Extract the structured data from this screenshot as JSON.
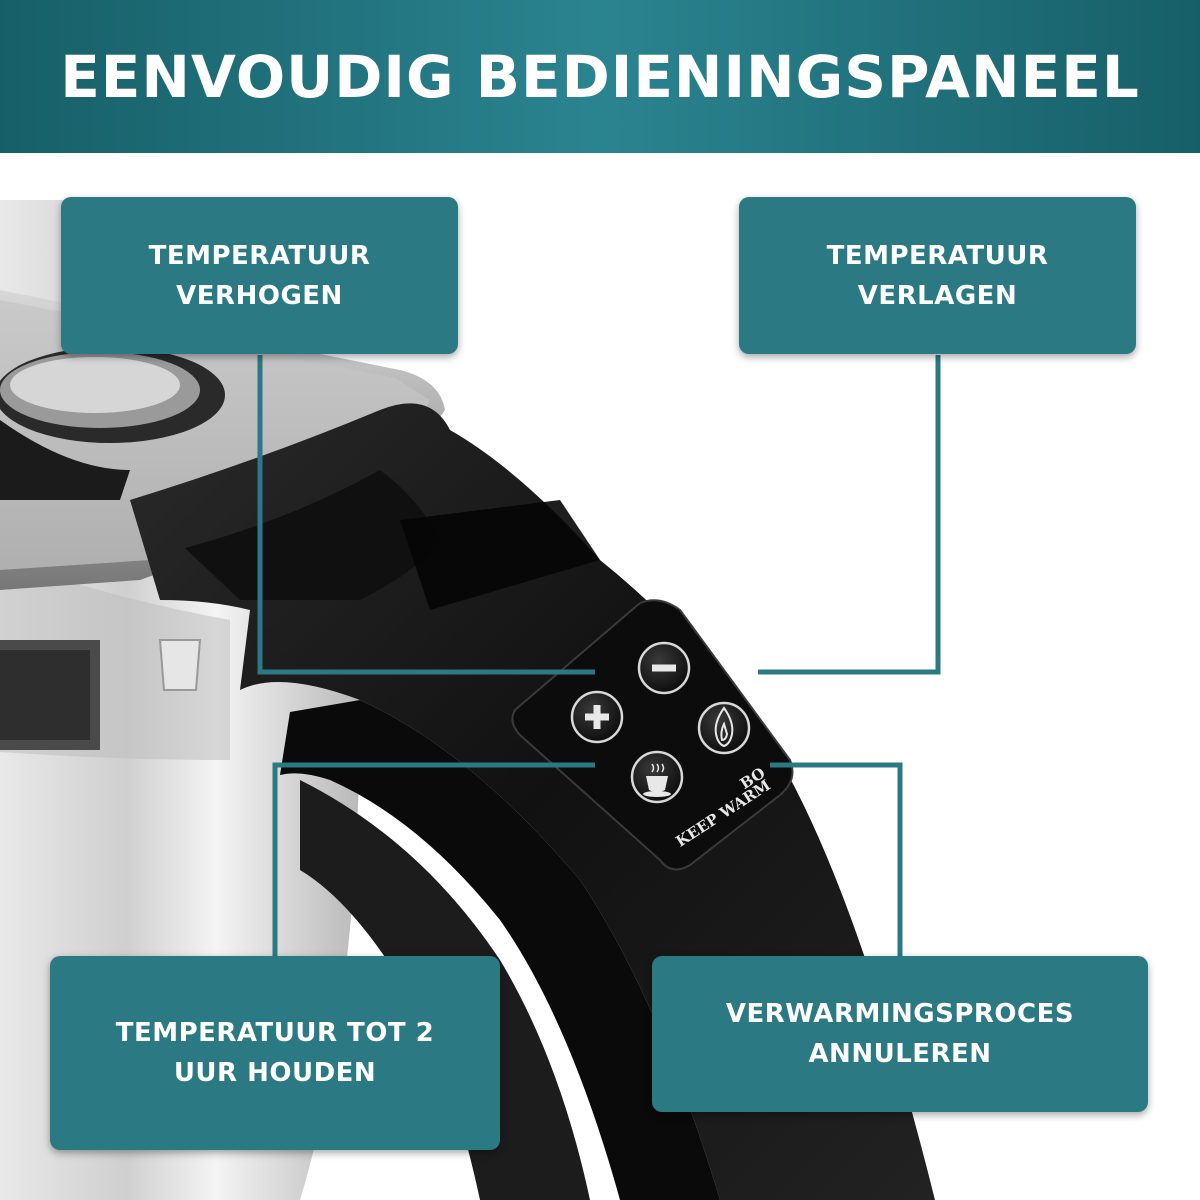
{
  "header": {
    "title": "EENVOUDIG BEDIENINGSPANEEL"
  },
  "callouts": [
    {
      "lines": [
        "TEMPERATUUR",
        "VERHOGEN"
      ]
    },
    {
      "lines": [
        "TEMPERATUUR",
        "VERLAGEN"
      ]
    },
    {
      "lines": [
        "TEMPERATUUR TOT 2",
        "UUR HOUDEN"
      ]
    },
    {
      "lines": [
        "VERWARMINGSPROCES",
        "ANNULEREN"
      ]
    }
  ],
  "panel": {
    "buttons": [
      {
        "name": "plus-button",
        "icon": "plus-icon"
      },
      {
        "name": "minus-button",
        "icon": "minus-icon"
      },
      {
        "name": "keep-warm-button",
        "icon": "cup-icon"
      },
      {
        "name": "boil-button",
        "icon": "flame-icon"
      }
    ],
    "labels": {
      "keep_warm": "KEEP WARM",
      "boil": "BO"
    }
  },
  "colors": {
    "header": "#1e6f78",
    "callout": "#2b7a83",
    "leader_line": "#2b7a83",
    "handle": "#151515",
    "steel": "#c9c9c9"
  }
}
